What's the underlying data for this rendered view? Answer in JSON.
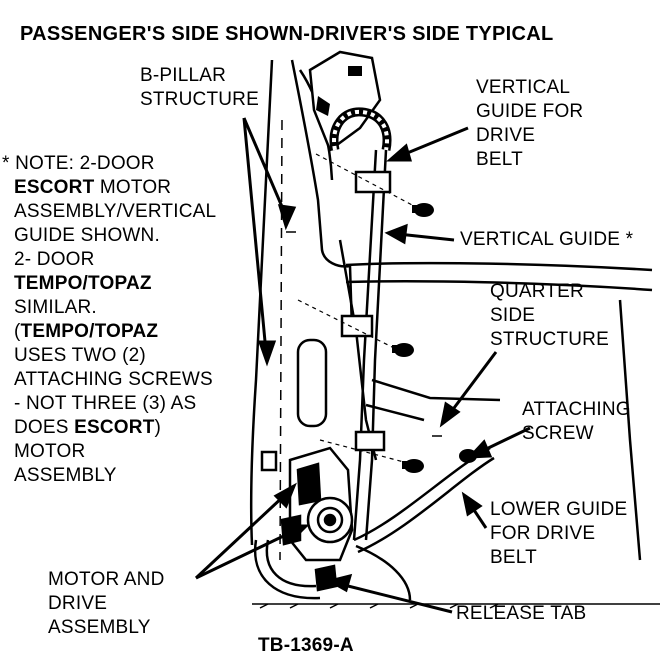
{
  "title": "PASSENGER'S SIDE SHOWN-DRIVER'S SIDE TYPICAL",
  "labels": {
    "b_pillar": [
      "B-PILLAR",
      "STRUCTURE"
    ],
    "vertical_guide_drive_belt": [
      "VERTICAL",
      "GUIDE FOR",
      "DRIVE",
      "BELT"
    ],
    "vertical_guide": "VERTICAL GUIDE *",
    "quarter_side": [
      "QUARTER",
      "SIDE",
      "STRUCTURE"
    ],
    "attaching_screw": [
      "ATTACHING",
      "SCREW"
    ],
    "lower_guide": [
      "LOWER GUIDE",
      "FOR DRIVE",
      "BELT"
    ],
    "release_tab": "RELEASE TAB",
    "motor_drive": [
      "MOTOR AND",
      "DRIVE",
      "ASSEMBLY"
    ]
  },
  "note": {
    "l1": "* NOTE: 2-DOOR",
    "l2_bold": "ESCORT",
    "l2_rest": " MOTOR",
    "l3": "ASSEMBLY/VERTICAL",
    "l4": "GUIDE SHOWN.",
    "l5": "2- DOOR",
    "l6_bold": "TEMPO/TOPAZ",
    "l7": "SIMILAR.",
    "l8_pre": "(",
    "l8_bold": "TEMPO/TOPAZ",
    "l9": "USES TWO (2)",
    "l10": "ATTACHING SCREWS",
    "l11": "- NOT THREE (3) AS",
    "l12_pre": "DOES ",
    "l12_bold": "ESCORT",
    "l12_post": ")",
    "l13": "MOTOR",
    "l14": "ASSEMBLY"
  },
  "figure_code": "TB-1369-A",
  "colors": {
    "ink": "#000000",
    "paper": "#ffffff"
  }
}
